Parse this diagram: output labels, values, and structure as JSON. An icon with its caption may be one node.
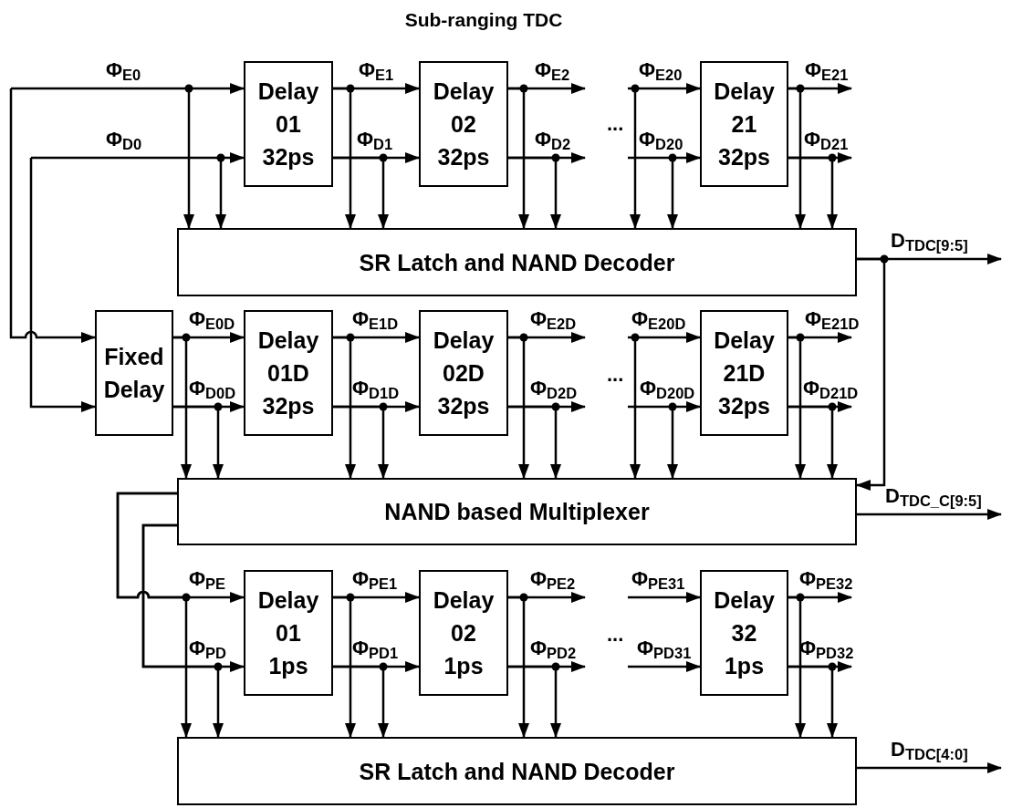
{
  "diagram": {
    "title": "Sub-ranging TDC",
    "nodes": [
      {
        "text": [
          "Delay 01 32ps"
        ]
      },
      {
        "text": [
          "Delay 02 32ps"
        ]
      },
      {
        "text": [
          "Delay 21 32ps"
        ]
      },
      {
        "text": [
          "SR Latch and NAND Decoder"
        ]
      },
      {
        "text": [
          "Fixed Delay"
        ]
      },
      {
        "text": [
          "Delay 01D 32ps"
        ]
      },
      {
        "text": [
          "Delay 02D 32ps"
        ]
      },
      {
        "text": [
          "Delay 21D 32ps"
        ]
      },
      {
        "text": [
          "NAND based Multiplexer"
        ]
      },
      {
        "text": [
          "Delay 01 1ps"
        ]
      },
      {
        "text": [
          "Delay 02 1ps"
        ]
      },
      {
        "text": [
          "Delay 32 1ps"
        ]
      },
      {
        "text": [
          "SR Latch and NAND Decoder"
        ]
      }
    ],
    "edges": [
      {
        "from": null,
        "to": 0,
        "arrow": "to",
        "label": "Φ$_{E0}$"
      },
      {
        "from": null,
        "to": 4,
        "arrow": "to"
      },
      {
        "from": null,
        "to": 3,
        "arrow": "to"
      },
      {
        "from": null,
        "to": 0,
        "arrow": "to",
        "label": "Φ$_{D0}$"
      },
      {
        "from": null,
        "to": 4,
        "arrow": "to"
      },
      {
        "from": null,
        "to": 3,
        "arrow": "to"
      },
      {
        "from": 0,
        "to": 1,
        "arrow": "to",
        "label": "Φ$_{E1}$"
      },
      {
        "from": 0,
        "to": 3,
        "arrow": "to"
      },
      {
        "from": 0,
        "to": 1,
        "arrow": "to",
        "label": "Φ$_{D1}$"
      },
      {
        "from": 0,
        "to": 3,
        "arrow": "to"
      },
      {
        "from": 1,
        "to": null,
        "arrow": "to",
        "label": "Φ$_{E2}$"
      },
      {
        "from": 1,
        "to": 3,
        "arrow": "to"
      },
      {
        "from": 1,
        "to": null,
        "arrow": "to",
        "label": "Φ$_{D2}$"
      },
      {
        "from": 1,
        "to": 3,
        "arrow": "to"
      },
      {
        "from": null,
        "to": 2,
        "arrow": "to",
        "label": "Φ$_{E20}$"
      },
      {
        "from": null,
        "to": 3,
        "arrow": "to"
      },
      {
        "from": null,
        "to": 2,
        "arrow": "to",
        "label": "Φ$_{D20}$"
      },
      {
        "from": null,
        "to": 3,
        "arrow": "to"
      },
      {
        "from": 2,
        "to": null,
        "arrow": "to",
        "label": "Φ$_{E21}$"
      },
      {
        "from": 2,
        "to": 3,
        "arrow": "to"
      },
      {
        "from": 2,
        "to": null,
        "arrow": "to",
        "label": "Φ$_{D21}$"
      },
      {
        "from": 2,
        "to": 3,
        "arrow": "to"
      },
      {
        "from": 3,
        "to": null,
        "arrow": "to",
        "label": "D$_{TDC[9:5]}$"
      },
      {
        "from": 3,
        "to": 8,
        "arrow": "to"
      },
      {
        "from": 4,
        "to": 5,
        "arrow": "to",
        "label": "Φ$_{E0D}$"
      },
      {
        "from": 4,
        "to": 8,
        "arrow": "to"
      },
      {
        "from": 4,
        "to": 5,
        "arrow": "to",
        "label": "Φ$_{D0D}$"
      },
      {
        "from": 4,
        "to": 8,
        "arrow": "to"
      },
      {
        "from": 5,
        "to": 6,
        "arrow": "to",
        "label": "Φ$_{E1D}$"
      },
      {
        "from": 5,
        "to": 8,
        "arrow": "to"
      },
      {
        "from": 5,
        "to": 6,
        "arrow": "to",
        "label": "Φ$_{D1D}$"
      },
      {
        "from": 5,
        "to": 8,
        "arrow": "to"
      },
      {
        "from": 6,
        "to": null,
        "arrow": "to",
        "label": "Φ$_{E2D}$"
      },
      {
        "from": 6,
        "to": 8,
        "arrow": "to"
      },
      {
        "from": 6,
        "to": null,
        "arrow": "to",
        "label": "Φ$_{D2D}$"
      },
      {
        "from": 6,
        "to": 8,
        "arrow": "to"
      },
      {
        "from": null,
        "to": 7,
        "arrow": "to",
        "label": "Φ$_{E20D}$"
      },
      {
        "from": null,
        "to": 8,
        "arrow": "to"
      },
      {
        "from": null,
        "to": 7,
        "arrow": "to",
        "label": "Φ$_{D20D}$"
      },
      {
        "from": null,
        "to": 8,
        "arrow": "to"
      },
      {
        "from": 7,
        "to": null,
        "arrow": "to",
        "label": "Φ$_{E21D}$"
      },
      {
        "from": 7,
        "to": 8,
        "arrow": "to"
      },
      {
        "from": 7,
        "to": null,
        "arrow": "to",
        "label": "Φ$_{D21D}$"
      },
      {
        "from": 7,
        "to": 8,
        "arrow": "to"
      },
      {
        "from": 8,
        "to": null,
        "arrow": "to",
        "label": "D$_{TDC_C[9:5]}$"
      },
      {
        "from": 8,
        "to": 9,
        "arrow": "to",
        "label": "Φ$_{PE}$"
      },
      {
        "from": 8,
        "to": 12,
        "arrow": "to"
      },
      {
        "from": 8,
        "to": 9,
        "arrow": "to",
        "label": "Φ$_{PD}$"
      },
      {
        "from": 8,
        "to": 12,
        "arrow": "to"
      },
      {
        "from": 9,
        "to": 10,
        "arrow": "to",
        "label": "Φ$_{PE1}$"
      },
      {
        "from": 9,
        "to": 12,
        "arrow": "to"
      },
      {
        "from": 9,
        "to": 10,
        "arrow": "to",
        "label": "Φ$_{PD1}$"
      },
      {
        "from": 9,
        "to": 12,
        "arrow": "to"
      },
      {
        "from": 10,
        "to": null,
        "arrow": "to",
        "label": "Φ$_{PE2}$"
      },
      {
        "from": 10,
        "to": 12,
        "arrow": "to"
      },
      {
        "from": 10,
        "to": null,
        "arrow": "to",
        "label": "Φ$_{PD2}$"
      },
      {
        "from": 10,
        "to": 12,
        "arrow": "to"
      },
      {
        "from": null,
        "to": 11,
        "arrow": "to",
        "label": "Φ$_{PE31}$"
      },
      {
        "from": null,
        "to": 11,
        "arrow": "to",
        "label": "Φ$_{PD31}$"
      },
      {
        "from": 11,
        "to": null,
        "arrow": "to",
        "label": "Φ$_{PE32}$"
      },
      {
        "from": 11,
        "to": 12,
        "arrow": "to"
      },
      {
        "from": 11,
        "to": null,
        "arrow": "to",
        "label": "Φ$_{PD32}$"
      },
      {
        "from": 11,
        "to": 12,
        "arrow": "to"
      },
      {
        "from": 12,
        "to": null,
        "arrow": "to",
        "label": "D$_{TDC[4:0]}$"
      }
    ],
    "labels": [
      "...",
      "...",
      "..."
    ]
  }
}
